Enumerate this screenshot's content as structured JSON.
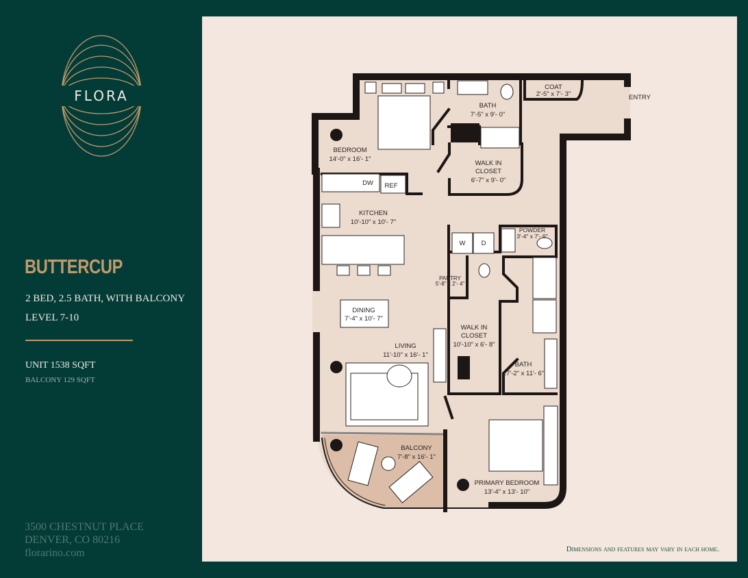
{
  "brand": {
    "logo_text": "FLORA"
  },
  "plan": {
    "name": "BUTTERCUP",
    "summary": "2 BED, 2.5 BATH, WITH BALCONY",
    "level": "LEVEL 7-10",
    "unit_area": "UNIT  1538 SQFT",
    "balcony_area": "BALCONY 129 SQFT"
  },
  "address": {
    "street": "3500 CHESTNUT PLACE",
    "city": "DENVER, CO 80216",
    "website": "florarino.com"
  },
  "rooms": {
    "bedroom": {
      "name": "BEDROOM",
      "dim": "14'-0\" x 16'- 1\""
    },
    "bath": {
      "name": "BATH",
      "dim": "7'-5\" x 9'- 0\""
    },
    "coat": {
      "name": "COAT",
      "dim": "2'-5\" x 7'- 3\""
    },
    "entry": {
      "name": "ENTRY"
    },
    "walkin1": {
      "name1": "WALK IN",
      "name2": "CLOSET",
      "dim": "6'-7\" x 9'- 0\""
    },
    "dw": "DW",
    "ref": "REF",
    "kitchen": {
      "name": "KITCHEN",
      "dim": "10'-10\" x 10'- 7\""
    },
    "washer": "W",
    "dryer": "D",
    "powder": {
      "name": "POWDER",
      "dim": "3'-4\" x 7'- 6\""
    },
    "pantry": {
      "name": "PANTRY",
      "dim": "5'-8\" x 2'- 4\""
    },
    "dining": {
      "name": "DINING",
      "dim": "7'-4\" x 10'- 7\""
    },
    "walkin2": {
      "name1": "WALK IN",
      "name2": "CLOSET",
      "dim": "10'-10\" x 6'- 8\""
    },
    "living": {
      "name": "LIVING",
      "dim": "11'-10\" x 16'- 1\""
    },
    "bath2": {
      "name": "BATH",
      "dim": "17'-2\" x 11'- 6\""
    },
    "balcony": {
      "name": "BALCONY",
      "dim": "7'-8\" x 16'- 1\""
    },
    "primary": {
      "name": "PRIMARY BEDROOM",
      "dim": "13'-4\" x 13'- 10\""
    }
  },
  "disclaimer": "Dimensions and features may vary in each home.",
  "colors": {
    "background": "#033b36",
    "accent": "#c29a6b",
    "panel": "#f3e7e0",
    "floor": "#ecdbcf",
    "balcony": "#dcbea8",
    "wall": "#1c1614"
  }
}
